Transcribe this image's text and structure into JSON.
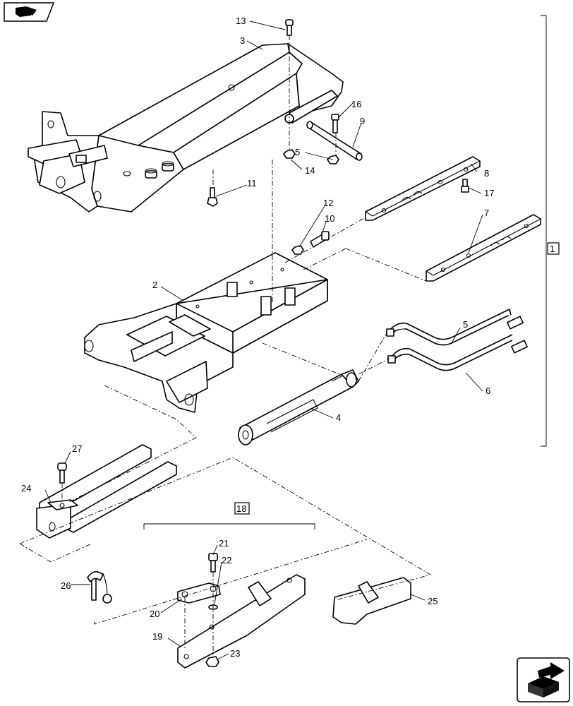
{
  "nav": {
    "prev_icon": "book-arrow-icon",
    "next_icon": "cube-arrow-icon"
  },
  "labels": {
    "p1": "1",
    "p2": "2",
    "p3": "3",
    "p4": "4",
    "p5a": "5",
    "p5b": "5",
    "p6": "6",
    "p7": "7",
    "p8": "8",
    "p9": "9",
    "p10": "10",
    "p11": "11",
    "p12": "12",
    "p13": "13",
    "p14": "14",
    "p16": "16",
    "p17": "17",
    "p18": "18",
    "p19": "19",
    "p20": "20",
    "p21": "21",
    "p22": "22",
    "p23": "23",
    "p24": "24",
    "p25": "25",
    "p26": "26",
    "p27": "27"
  }
}
